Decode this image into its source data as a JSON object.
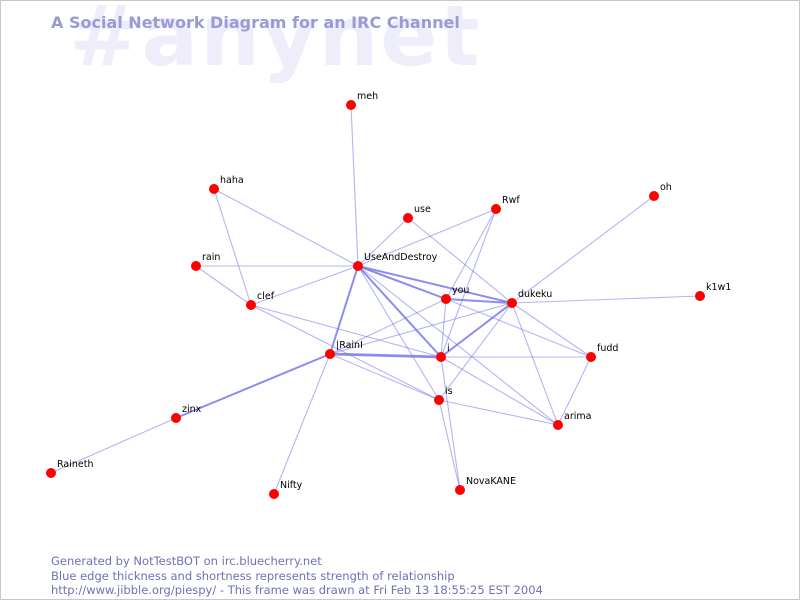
{
  "watermark": "#anynet",
  "title": "A Social Network Diagram for an IRC Channel",
  "footer": {
    "line1": "Generated by NotTestBOT on irc.bluecherry.net",
    "line2": "Blue edge thickness and shortness represents strength of relationship",
    "line3": "http://www.jibble.org/piespy/ - This frame was drawn at Fri Feb 13 18:55:25 EST 2004"
  },
  "colors": {
    "node": "#ff0000",
    "edge": "#7777ee",
    "title": "#9a9ad4",
    "watermark": "#eeeefb"
  },
  "nodes": [
    {
      "id": "meh",
      "label": "meh"
    },
    {
      "id": "haha",
      "label": "haha"
    },
    {
      "id": "use",
      "label": "use"
    },
    {
      "id": "Rwf",
      "label": "Rwf"
    },
    {
      "id": "oh",
      "label": "oh"
    },
    {
      "id": "rain",
      "label": "rain"
    },
    {
      "id": "UseAndDestroy",
      "label": "UseAndDestroy"
    },
    {
      "id": "you",
      "label": "you"
    },
    {
      "id": "dukeku",
      "label": "dukeku"
    },
    {
      "id": "k1w1",
      "label": "k1w1"
    },
    {
      "id": "clef",
      "label": "clef"
    },
    {
      "id": "IRainI",
      "label": "|RainI"
    },
    {
      "id": "i",
      "label": "i"
    },
    {
      "id": "fudd",
      "label": "fudd"
    },
    {
      "id": "is",
      "label": "is"
    },
    {
      "id": "arima",
      "label": "arima"
    },
    {
      "id": "zinx",
      "label": "zinx"
    },
    {
      "id": "Raineth",
      "label": "Raineth"
    },
    {
      "id": "Nifty",
      "label": "Nifty"
    },
    {
      "id": "NovaKANE",
      "label": "NovaKANE"
    }
  ],
  "edges": [
    {
      "source": "meh",
      "target": "UseAndDestroy",
      "weight": 1
    },
    {
      "source": "haha",
      "target": "UseAndDestroy",
      "weight": 1
    },
    {
      "source": "haha",
      "target": "clef",
      "weight": 1
    },
    {
      "source": "rain",
      "target": "UseAndDestroy",
      "weight": 1
    },
    {
      "source": "rain",
      "target": "clef",
      "weight": 1
    },
    {
      "source": "use",
      "target": "UseAndDestroy",
      "weight": 1
    },
    {
      "source": "use",
      "target": "dukeku",
      "weight": 1
    },
    {
      "source": "Rwf",
      "target": "UseAndDestroy",
      "weight": 1
    },
    {
      "source": "Rwf",
      "target": "you",
      "weight": 1
    },
    {
      "source": "Rwf",
      "target": "i",
      "weight": 1
    },
    {
      "source": "oh",
      "target": "dukeku",
      "weight": 1
    },
    {
      "source": "k1w1",
      "target": "dukeku",
      "weight": 1
    },
    {
      "source": "clef",
      "target": "UseAndDestroy",
      "weight": 1
    },
    {
      "source": "clef",
      "target": "i",
      "weight": 1
    },
    {
      "source": "clef",
      "target": "is",
      "weight": 1
    },
    {
      "source": "UseAndDestroy",
      "target": "you",
      "weight": 2
    },
    {
      "source": "UseAndDestroy",
      "target": "dukeku",
      "weight": 2
    },
    {
      "source": "UseAndDestroy",
      "target": "IRainI",
      "weight": 2
    },
    {
      "source": "UseAndDestroy",
      "target": "i",
      "weight": 2
    },
    {
      "source": "UseAndDestroy",
      "target": "is",
      "weight": 1
    },
    {
      "source": "UseAndDestroy",
      "target": "arima",
      "weight": 1
    },
    {
      "source": "you",
      "target": "dukeku",
      "weight": 2
    },
    {
      "source": "you",
      "target": "IRainI",
      "weight": 1
    },
    {
      "source": "you",
      "target": "i",
      "weight": 1
    },
    {
      "source": "you",
      "target": "fudd",
      "weight": 1
    },
    {
      "source": "dukeku",
      "target": "IRainI",
      "weight": 1
    },
    {
      "source": "dukeku",
      "target": "i",
      "weight": 2
    },
    {
      "source": "dukeku",
      "target": "is",
      "weight": 1
    },
    {
      "source": "dukeku",
      "target": "fudd",
      "weight": 1
    },
    {
      "source": "dukeku",
      "target": "arima",
      "weight": 1
    },
    {
      "source": "IRainI",
      "target": "i",
      "weight": 3
    },
    {
      "source": "IRainI",
      "target": "is",
      "weight": 1
    },
    {
      "source": "IRainI",
      "target": "zinx",
      "weight": 2
    },
    {
      "source": "IRainI",
      "target": "Nifty",
      "weight": 1
    },
    {
      "source": "i",
      "target": "fudd",
      "weight": 1
    },
    {
      "source": "i",
      "target": "arima",
      "weight": 1
    },
    {
      "source": "i",
      "target": "NovaKANE",
      "weight": 1
    },
    {
      "source": "is",
      "target": "arima",
      "weight": 1
    },
    {
      "source": "is",
      "target": "NovaKANE",
      "weight": 1
    },
    {
      "source": "fudd",
      "target": "arima",
      "weight": 1
    },
    {
      "source": "zinx",
      "target": "Raineth",
      "weight": 1
    }
  ]
}
